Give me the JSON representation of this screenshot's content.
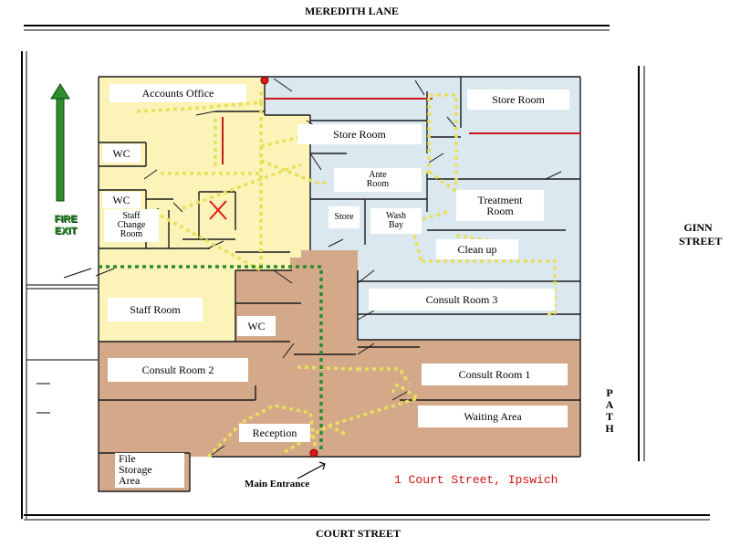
{
  "streets": {
    "north": "MEREDITH LANE",
    "south": "COURT STREET",
    "east_line1": "GINN",
    "east_line2": "STREET",
    "path": [
      "P",
      "A",
      "T",
      "H"
    ]
  },
  "fire_exit": [
    "FIRE",
    "EXIT"
  ],
  "main_entrance": "Main Entrance",
  "address": "1 Court Street, Ipswich",
  "rooms": {
    "accounts_office": "Accounts Office",
    "store_room_top": "Store Room",
    "store_room_mid": "Store Room",
    "wc_top": "WC",
    "wc_second": "WC",
    "staff_change_room": [
      "Staff",
      "Change",
      "Room"
    ],
    "ante_room": [
      "Ante",
      "Room"
    ],
    "store_small": "Store",
    "wash_bay": [
      "Wash",
      "Bay"
    ],
    "treatment_room": [
      "Treatment",
      "Room"
    ],
    "clean_up": "Clean up",
    "consult_room_3": "Consult Room 3",
    "staff_room": "Staff Room",
    "wc_lower": "WC",
    "consult_room_2": "Consult Room 2",
    "consult_room_1": "Consult Room 1",
    "waiting_area": "Waiting Area",
    "reception": "Reception",
    "file_storage_area": [
      "File",
      "Storage",
      "Area"
    ]
  },
  "colors": {
    "yellow_zone": "#fbf3b8",
    "blue_zone": "#dbe8f0",
    "brown_zone": "#d4a98a",
    "evacuation_route": "#e6e05a",
    "exit_route": "#2e8b2e",
    "fire_point": "#e01818",
    "red_wall": "#c81818",
    "address_text": "#d01010"
  }
}
